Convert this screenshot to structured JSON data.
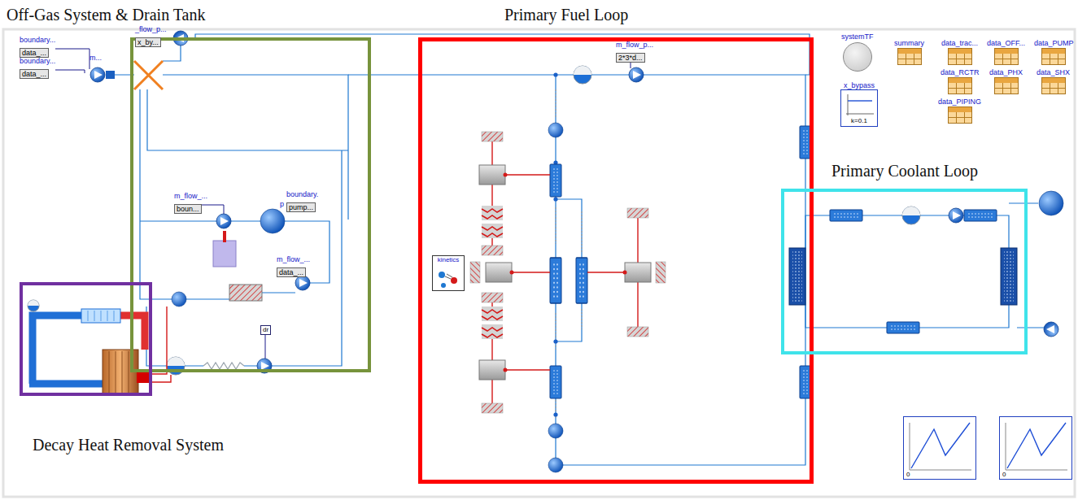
{
  "diagram": {
    "nodes": [
      {
        "text": [
          "Off-Gas System & Drain Tank"
        ]
      },
      {
        "text": [
          "Primary Fuel Loop"
        ]
      },
      {
        "text": [
          "Primary Coolant Loop"
        ]
      },
      {
        "text": [
          "Decay Heat Removal System"
        ]
      },
      {
        "text": [
          "boundary...",
          "data_..."
        ]
      },
      {
        "text": [
          "boundary...",
          "data_..."
        ]
      },
      {
        "text": [
          "_flow_p...",
          "x_by..."
        ],
        "in": 0
      },
      {
        "text": [
          "m_flow_...",
          "boun..."
        ],
        "in": 0
      },
      {
        "text": [
          "boundary.",
          "pump..."
        ],
        "in": 0
      },
      {
        "text": [
          "m_flow_...",
          "data_..."
        ],
        "in": 0
      },
      {
        "text": [
          "dr"
        ],
        "in": 0
      },
      {
        "text": [
          "kinetics"
        ],
        "in": 1
      },
      {
        "text": [
          "m_flow_p...",
          "2*3*d..."
        ],
        "in": 1
      },
      {
        "text": [
          "systemTF"
        ]
      },
      {
        "text": [
          "summary"
        ]
      },
      {
        "text": [
          "data_trac..."
        ]
      },
      {
        "text": [
          "data_OFF..."
        ]
      },
      {
        "text": [
          "data_PUMP"
        ]
      },
      {
        "text": [
          "data_RCTR"
        ]
      },
      {
        "text": [
          "data_PHX"
        ]
      },
      {
        "text": [
          "data_SHX"
        ]
      },
      {
        "text": [
          "data_PIPING"
        ]
      },
      {
        "text": [
          "x_bypass",
          "k=0.1"
        ]
      },
      {
        "text": [
          "0"
        ]
      },
      {
        "text": [
          "0"
        ]
      }
    ],
    "labels": [
      "m...",
      "p"
    ]
  }
}
